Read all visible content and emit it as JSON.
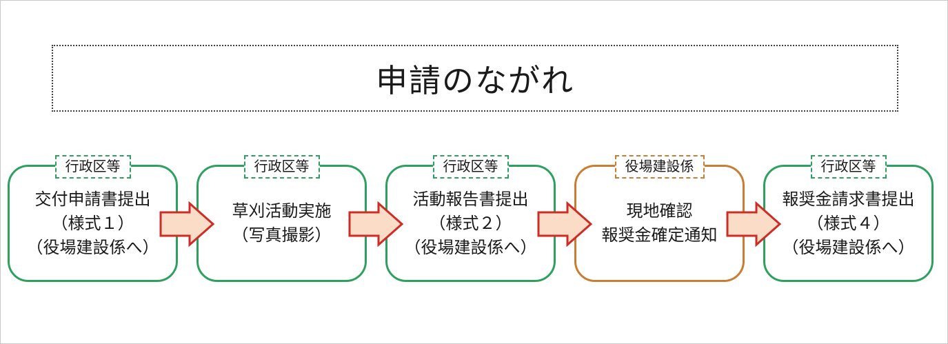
{
  "title": {
    "text": "申請のながれ"
  },
  "colors": {
    "box_green": "#2DA05F",
    "box_orange": "#C87D32",
    "arrow_fill": "#FBDCC6",
    "arrow_border": "#CD2D26"
  },
  "flow": {
    "steps": [
      {
        "actor": "行政区等",
        "theme": "green",
        "lines": [
          "交付申請書提出",
          "（様式１）",
          "（役場建設係へ）"
        ]
      },
      {
        "actor": "行政区等",
        "theme": "green",
        "lines": [
          "草刈活動実施",
          "（写真撮影）"
        ]
      },
      {
        "actor": "行政区等",
        "theme": "green",
        "lines": [
          "活動報告書提出",
          "（様式２）",
          "（役場建設係へ）"
        ]
      },
      {
        "actor": "役場建設係",
        "theme": "orange",
        "lines": [
          "現地確認",
          "報奨金確定通知"
        ]
      },
      {
        "actor": "行政区等",
        "theme": "green",
        "lines": [
          "報奨金請求書提出",
          "（様式４）",
          "（役場建設係へ）"
        ]
      }
    ]
  }
}
